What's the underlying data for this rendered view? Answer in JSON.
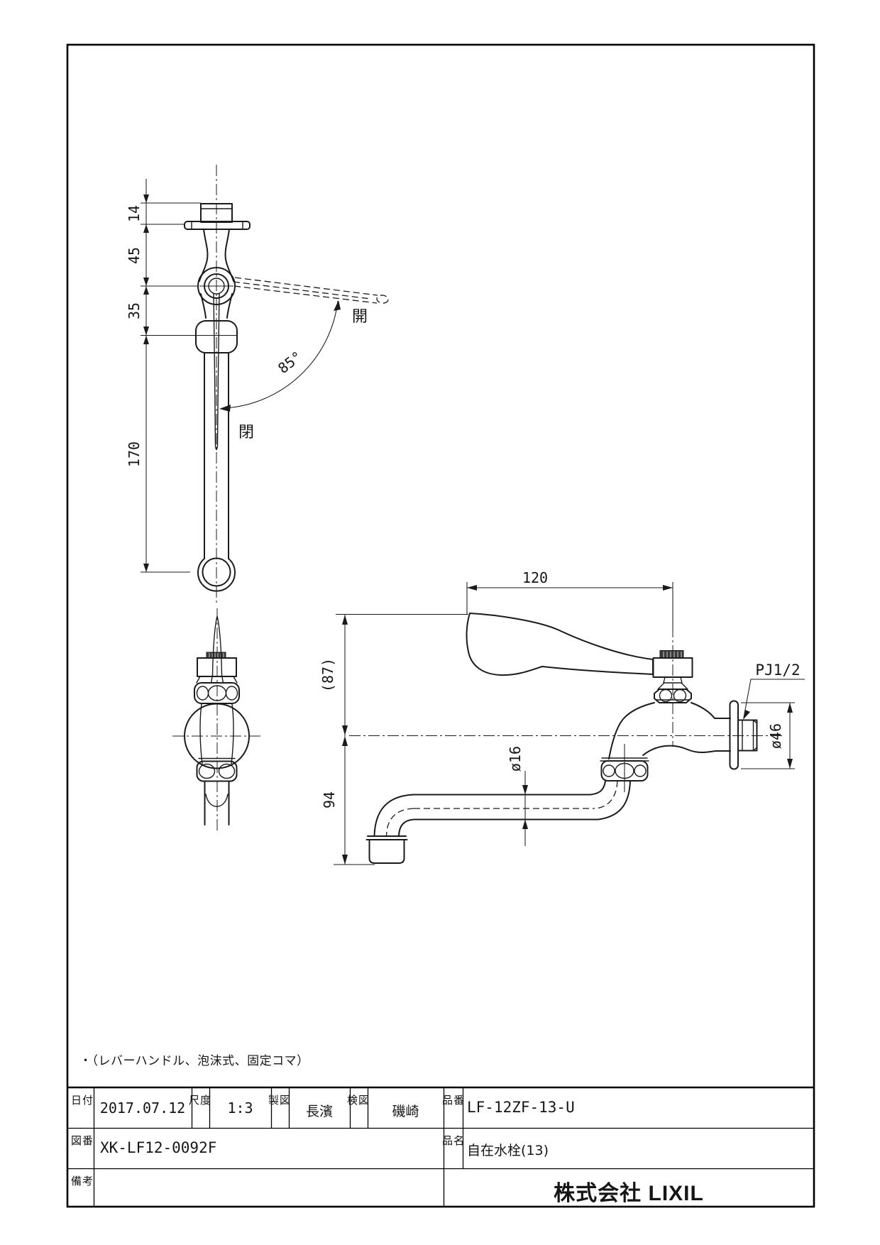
{
  "drawing": {
    "note": "・（レバーハンドル、泡沫式、固定コマ）",
    "labels": {
      "dim14": "14",
      "dim45": "45",
      "dim35": "35",
      "dim170": "170",
      "angle85": "85°",
      "open": "開",
      "close": "閉",
      "dim120": "120",
      "dim87": "(87)",
      "dim94": "94",
      "dia16": "ø16",
      "dia46": "ø46",
      "thread": "PJ1/2"
    }
  },
  "title_block": {
    "date_label": "日付",
    "date": "2017.07.12",
    "scale_label": "尺度",
    "scale": "1:3",
    "drafted_label": "製図",
    "drafted": "長濱",
    "checked_label": "検図",
    "checked": "磯崎",
    "part_number_label": "品番",
    "part_number": "LF-12ZF-13-U",
    "drawing_number_label": "図番",
    "drawing_number": "XK-LF12-0092F",
    "product_name_label": "品名",
    "product_name": "自在水栓(13)",
    "remarks_label": "備考",
    "remarks": "",
    "company": "株式会社 LIXIL"
  }
}
